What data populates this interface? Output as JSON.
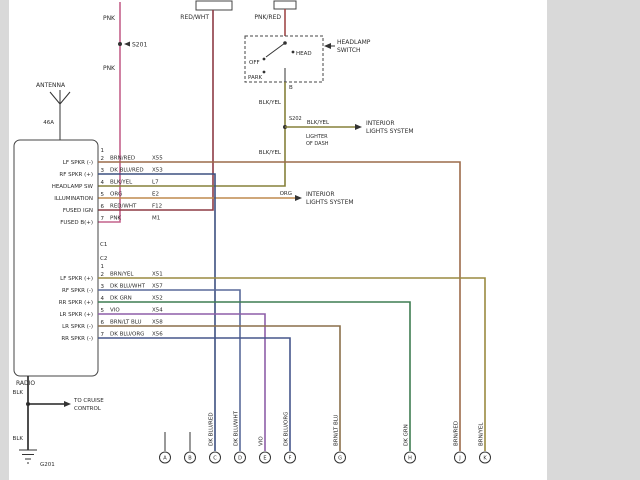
{
  "colors": {
    "band": "#d9d9d9",
    "pnk": "#c4628c",
    "red_wht": "#8e3b45",
    "pnk_red": "#a04848",
    "blk_yel": "#85803a",
    "org": "#bf8a4f",
    "brn_red": "#9c6b4a",
    "dk_blu_red": "#3d5080",
    "brn_yel": "#9a8a40",
    "dk_blu_wht": "#5a6a9a",
    "dk_grn": "#3f7d52",
    "vio": "#8d5fa8",
    "brn_lt_blu": "#8a6f4a",
    "dk_blu_org": "#46568c",
    "blk": "#222222"
  },
  "top": {
    "pnk_label_1": "PNK",
    "pnk_label_2": "PNK",
    "splice_s201": "S201",
    "red_wht_label": "RED/WHT",
    "pnk_red_label": "PNK/RED"
  },
  "headlamp_switch": {
    "title_line1": "HEADLAMP",
    "title_line2": "SWITCH",
    "pos_off": "OFF",
    "pos_head": "HEAD",
    "pos_park": "PARK",
    "pin": "B"
  },
  "blk_yel": {
    "label": "BLK/YEL",
    "splice": "S202"
  },
  "interior_lights": {
    "line1": "INTERIOR",
    "line2": "LIGHTS SYSTEM"
  },
  "lighter_note": {
    "line1": "LIGHTER",
    "line2": "OF DASH"
  },
  "radio": {
    "name": "RADIO",
    "antenna_label": "ANTENNA",
    "antenna_code": "46A",
    "c1": {
      "label": "C1",
      "pins": [
        "1",
        "2",
        "3",
        "4",
        "5",
        "6",
        "7"
      ],
      "rows": [
        {
          "function": "LF SPKR (-)",
          "wire": "BRN/RED",
          "code": "X55"
        },
        {
          "function": "RF SPKR (+)",
          "wire": "DK BLU/RED",
          "code": "X53"
        },
        {
          "function": "HEADLAMP SW",
          "wire": "BLK/YEL",
          "code": "L7"
        },
        {
          "function": "ILLUMINATION",
          "wire": "ORG",
          "code": "E2"
        },
        {
          "function": "FUSED IGN",
          "wire": "RED/WHT",
          "code": "F12"
        },
        {
          "function": "FUSED B(+)",
          "wire": "PNK",
          "code": "M1"
        }
      ]
    },
    "c2": {
      "label": "C2",
      "pins": [
        "1",
        "2",
        "3",
        "4",
        "5",
        "6",
        "7"
      ],
      "rows": [
        {
          "function": "LF SPKR (+)",
          "wire": "BRN/YEL",
          "code": "X51"
        },
        {
          "function": "RF SPKR (-)",
          "wire": "DK BLU/WHT",
          "code": "X57"
        },
        {
          "function": "RR SPKR (+)",
          "wire": "DK GRN",
          "code": "X52"
        },
        {
          "function": "LR SPKR (+)",
          "wire": "VIO",
          "code": "X54"
        },
        {
          "function": "LR SPKR (-)",
          "wire": "BRN/LT BLU",
          "code": "X58"
        },
        {
          "function": "RR SPKR (-)",
          "wire": "DK BLU/ORG",
          "code": "X56"
        }
      ]
    }
  },
  "ground": {
    "wire_label_1": "BLK",
    "wire_label_2": "BLK",
    "ground_id": "G201",
    "cruise_line1": "TO CRUISE",
    "cruise_line2": "CONTROL"
  },
  "bottom": {
    "drops": [
      {
        "letter": "A",
        "wire": ""
      },
      {
        "letter": "B",
        "wire": ""
      },
      {
        "letter": "C",
        "wire": "DK BLU/RED"
      },
      {
        "letter": "D",
        "wire": "DK BLU/WHT"
      },
      {
        "letter": "E",
        "wire": "VIO"
      },
      {
        "letter": "F",
        "wire": "DK BLU/ORG"
      },
      {
        "letter": "G",
        "wire": "BRN/LT BLU"
      },
      {
        "letter": "H",
        "wire": "DK GRN"
      },
      {
        "letter": "J",
        "wire": "BRN/RED"
      },
      {
        "letter": "K",
        "wire": "BRN/YEL"
      }
    ]
  }
}
